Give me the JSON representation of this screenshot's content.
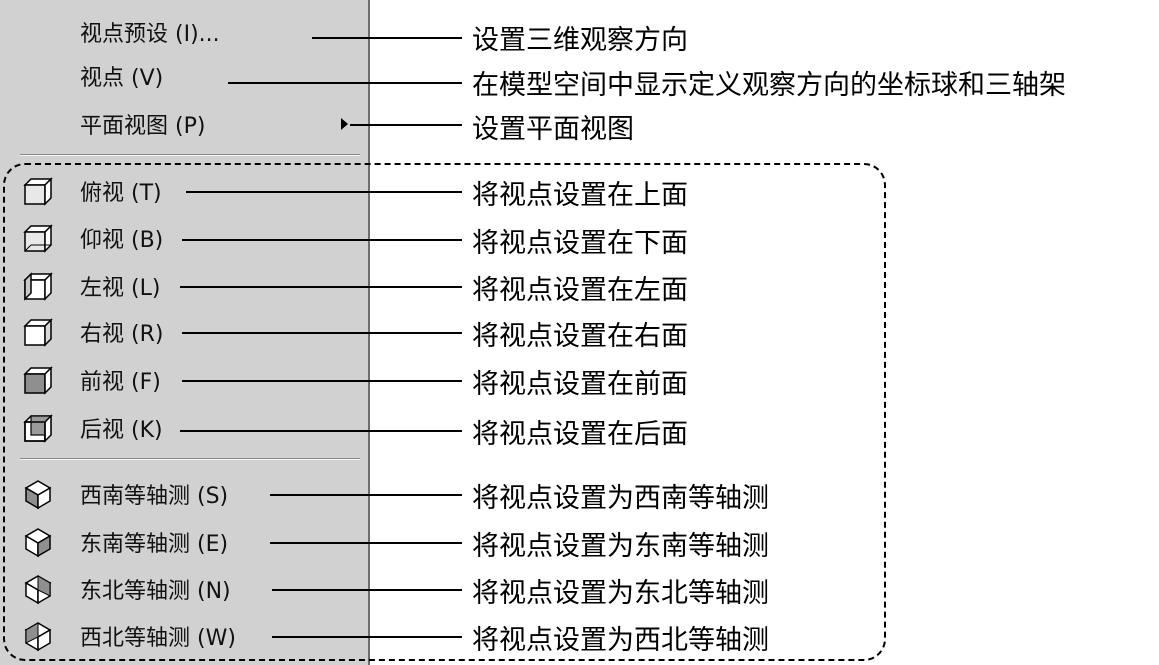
{
  "menu": {
    "items": [
      {
        "label": "视点预设 (I)...",
        "callout": "设置三维观察方向"
      },
      {
        "label": "视点 (V)",
        "callout": "在模型空间中显示定义观察方向的坐标球和三轴架"
      },
      {
        "label": "平面视图 (P)",
        "callout": "设置平面视图"
      },
      {
        "label": "俯视 (T)",
        "callout": "将视点设置在上面",
        "icon": "view-top-icon"
      },
      {
        "label": "仰视 (B)",
        "callout": "将视点设置在下面",
        "icon": "view-bottom-icon"
      },
      {
        "label": "左视 (L)",
        "callout": "将视点设置在左面",
        "icon": "view-left-icon"
      },
      {
        "label": "右视 (R)",
        "callout": "将视点设置在右面",
        "icon": "view-right-icon"
      },
      {
        "label": "前视 (F)",
        "callout": "将视点设置在前面",
        "icon": "view-front-icon"
      },
      {
        "label": "后视 (K)",
        "callout": "将视点设置在后面",
        "icon": "view-back-icon"
      },
      {
        "label": "西南等轴测 (S)",
        "callout": "将视点设置为西南等轴测",
        "icon": "sw-isometric-icon"
      },
      {
        "label": "东南等轴测 (E)",
        "callout": "将视点设置为东南等轴测",
        "icon": "se-isometric-icon"
      },
      {
        "label": "东北等轴测 (N)",
        "callout": "将视点设置为东北等轴测",
        "icon": "ne-isometric-icon"
      },
      {
        "label": "西北等轴测 (W)",
        "callout": "将视点设置为西北等轴测",
        "icon": "nw-isometric-icon"
      }
    ]
  },
  "colors": {
    "menu_bg": "#d1d1d1",
    "icon_fill": "#a8a8a8",
    "icon_dark": "#7a7a7a"
  }
}
